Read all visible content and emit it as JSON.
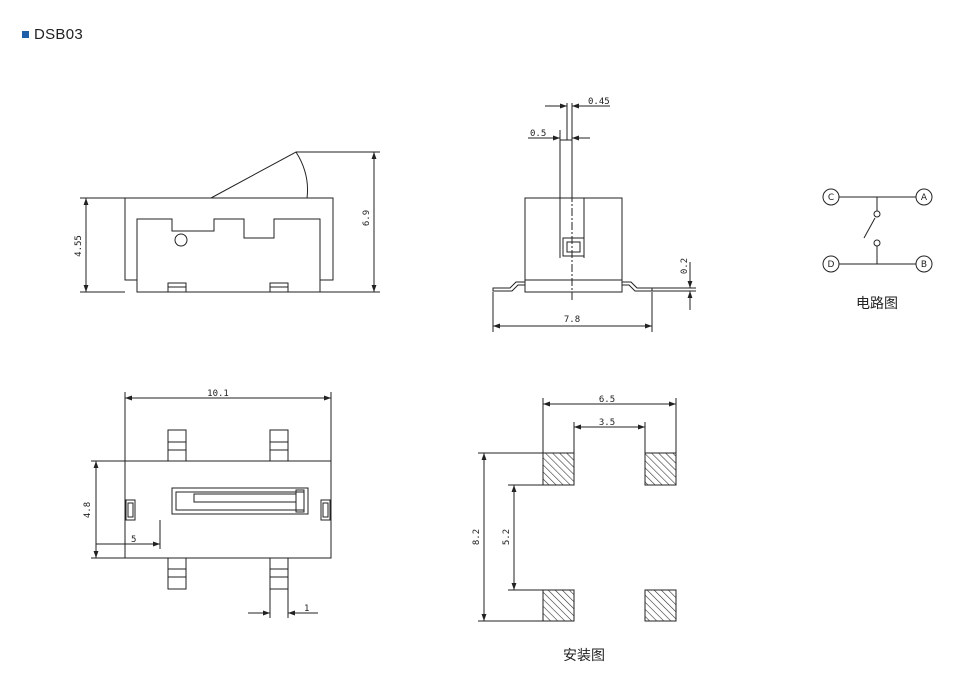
{
  "header": {
    "title": "DSB03",
    "accent_color": "#1f5fa8"
  },
  "colors": {
    "line": "#222222",
    "hatch": "#333333",
    "background": "#ffffff"
  },
  "side_view": {
    "dim_height": "4.55",
    "dim_total_height": "6.9"
  },
  "front_view": {
    "dim_pin_outer": "0.45",
    "dim_pin_inner": "0.5",
    "dim_lead_thickness": "0.2",
    "dim_width": "7.8"
  },
  "circuit": {
    "pins": [
      "C",
      "A",
      "D",
      "B"
    ],
    "caption": "电路图"
  },
  "top_view": {
    "dim_length": "10.1",
    "dim_width": "4.8",
    "dim_offset": "5",
    "dim_pin_width": "1"
  },
  "footprint": {
    "dim_outer_x": "6.5",
    "dim_inner_x": "3.5",
    "dim_outer_y": "8.2",
    "dim_inner_y": "5.2",
    "caption": "安装图"
  }
}
